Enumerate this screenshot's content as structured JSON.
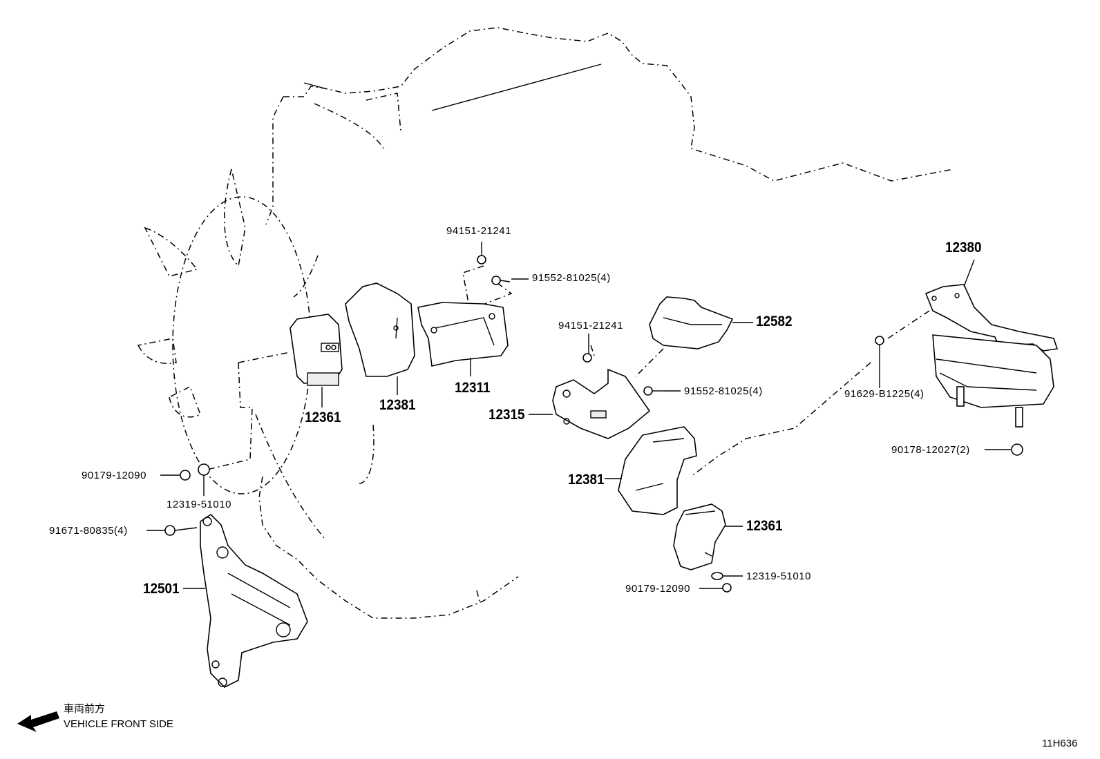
{
  "legend": {
    "jp_label": "車両前方",
    "en_label": "VEHICLE FRONT SIDE"
  },
  "diagram_ref": "11H636",
  "labels": {
    "nut_94151_upper": "94151-21241",
    "bolt_91552_upper": "91552-81025(4)",
    "part_12380": "12380",
    "part_12582": "12582",
    "nut_94151_mid": "94151-21241",
    "bolt_91552_mid": "91552-81025(4)",
    "bolt_91629": "91629-B1225(4)",
    "part_12311": "12311",
    "part_12381_left": "12381",
    "part_12361_left": "12361",
    "part_12315": "12315",
    "nut_90178": "90178-12027(2)",
    "part_12381_right": "12381",
    "nut_90179_left": "90179-12090",
    "washer_12319_left": "12319-51010",
    "bolt_91671": "91671-80835(4)",
    "part_12361_right": "12361",
    "part_12501": "12501",
    "washer_12319_right": "12319-51010",
    "nut_90179_right": "90179-12090"
  }
}
